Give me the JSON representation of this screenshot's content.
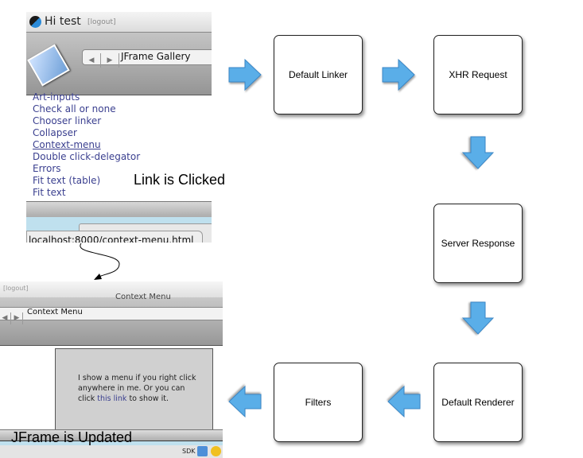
{
  "flow": {
    "nodes": [
      "Default Linker",
      "XHR Request",
      "Server Response",
      "Default Renderer",
      "Filters"
    ],
    "arrow_color": "#5aaee8"
  },
  "captions": {
    "clicked": "Link is Clicked",
    "updated": "JFrame is Updated"
  },
  "before": {
    "greeting": "Hi test",
    "logout": "[logout]",
    "window_title": "JFrame Gallery",
    "links": [
      "Art-inputs",
      "Check all or none",
      "Chooser linker",
      "Collapser",
      "Context-menu",
      "Double click-delegator",
      "Errors",
      "Fit text",
      "Fit text"
    ],
    "link_note": "(table)",
    "status_url": "localhost:8000/context-menu.html"
  },
  "after": {
    "logout": "[logout]",
    "title_ghost": "Context Menu",
    "window_title": "Context Menu",
    "body_text_1": "I show a menu if you right click anywhere in me. Or you can click",
    "body_link": "this link",
    "body_text_2": "to show it.",
    "dock_label": "SDK"
  }
}
